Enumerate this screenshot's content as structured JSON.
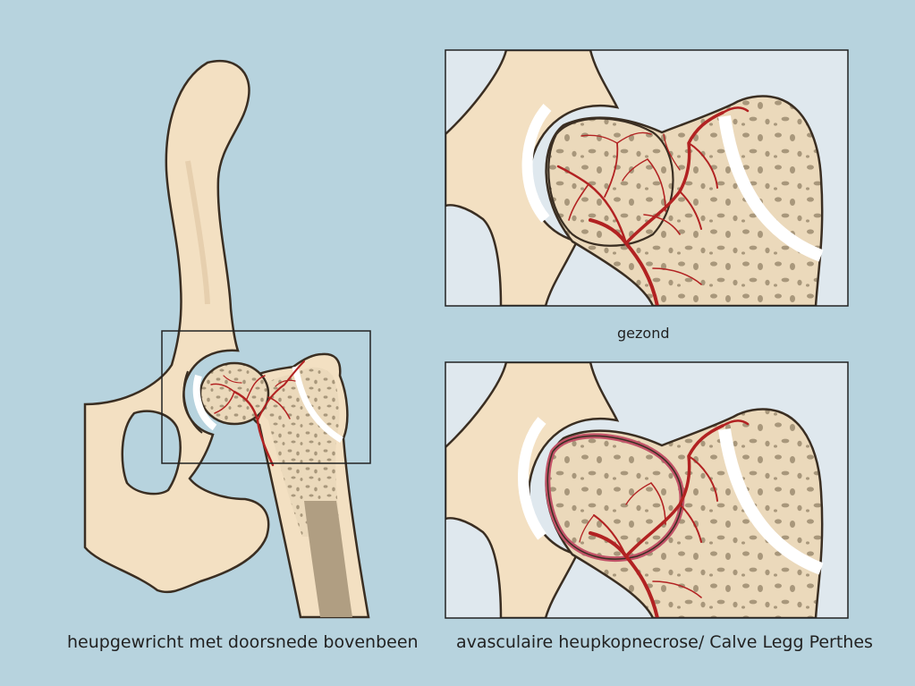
{
  "captions": {
    "left": "heupgewricht met doorsnede bovenbeen",
    "top_right": "gezond",
    "bottom_right": "avasculaire heupkopnecrose/ Calve Legg Perthes"
  },
  "colors": {
    "background": "#b7d3de",
    "bone": "#f3e0c2",
    "cancellous_bone": "#ebd9bb",
    "bone_specks": "#a8977b",
    "marrow": "#b09e82",
    "outline": "#3a2e22",
    "cartilage": "#ffffff",
    "vessels": "#b22222",
    "necrosis": "#d86a7a",
    "panel_inner": "#dfe8ee"
  }
}
